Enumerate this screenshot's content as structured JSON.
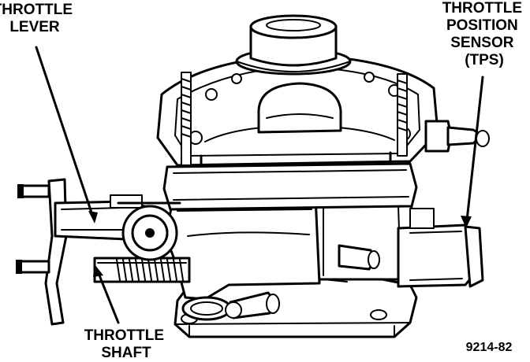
{
  "labels": {
    "throttle_lever": [
      "THROTTLE",
      "LEVER"
    ],
    "throttle_position_sensor": [
      "THROTTLE",
      "POSITION",
      "SENSOR",
      "(TPS)"
    ],
    "throttle_shaft": [
      "THROTTLE",
      "SHAFT"
    ],
    "figure_number": "9214-82"
  }
}
